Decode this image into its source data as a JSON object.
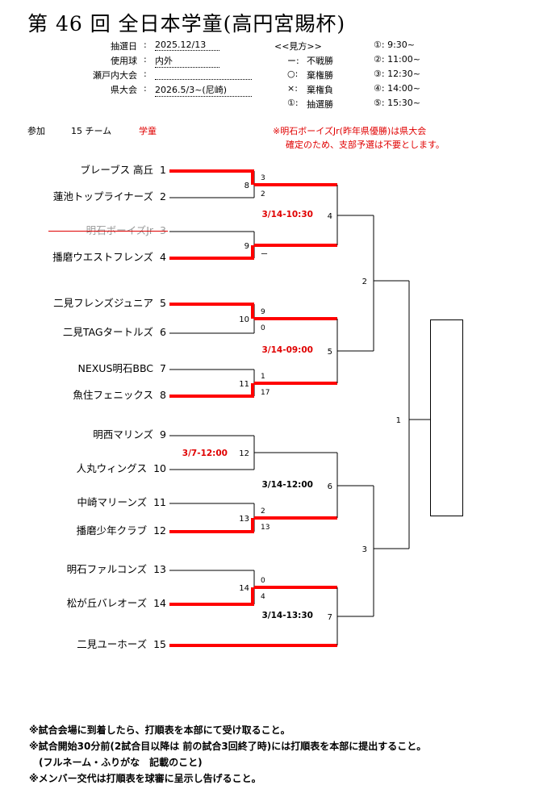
{
  "title": "第 46 回 全日本学童(高円宮賜杯)",
  "info": [
    {
      "label": "抽選日",
      "sep": ":",
      "value": "2025.12/13"
    },
    {
      "label": "使用球",
      "sep": ":",
      "value": "内外"
    },
    {
      "label": "瀬戸内大会",
      "sep": ":",
      "value": ""
    },
    {
      "label": "県大会",
      "sep": ":",
      "value": "2026.5/3~(尼崎)"
    }
  ],
  "legend": {
    "title": "<<見方>>",
    "items": [
      {
        "sym": "ー:",
        "text": "不戦勝"
      },
      {
        "sym": "○:",
        "text": "棄権勝"
      },
      {
        "sym": "×:",
        "text": "棄権負"
      },
      {
        "sym": "①:",
        "text": "抽選勝"
      }
    ]
  },
  "times": [
    "①:  9:30~",
    "②: 11:00~",
    "③: 12:30~",
    "④: 14:00~",
    "⑤: 15:30~"
  ],
  "participation": {
    "label": "参加",
    "count": "15 チーム",
    "category": "学童"
  },
  "red_note": [
    "※明石ボーイズJr(昨年県優勝)は県大会",
    "確定のため、支部予選は不要とします。"
  ],
  "colors": {
    "winner": "#ff0000",
    "line": "#000000",
    "date_red": "#e00000"
  },
  "teams": [
    {
      "name": "ブレーブス 高丘",
      "seed": "1"
    },
    {
      "name": "蓮池トップライナーズ",
      "seed": "2"
    },
    {
      "name": "明石ボーイズJr",
      "seed": "3",
      "withdrawn": true
    },
    {
      "name": "播磨ウエストフレンズ",
      "seed": "4"
    },
    {
      "name": "二見フレンズジュニア",
      "seed": "5"
    },
    {
      "name": "二見TAGタートルズ",
      "seed": "6"
    },
    {
      "name": "NEXUS明石BBC",
      "seed": "7"
    },
    {
      "name": "魚住フェニックス",
      "seed": "8"
    },
    {
      "name": "明西マリンズ",
      "seed": "9"
    },
    {
      "name": "人丸ウィングス",
      "seed": "10"
    },
    {
      "name": "中崎マリーンズ",
      "seed": "11"
    },
    {
      "name": "播磨少年クラブ",
      "seed": "12"
    },
    {
      "name": "明石ファルコンズ",
      "seed": "13"
    },
    {
      "name": "松が丘バレオーズ",
      "seed": "14"
    },
    {
      "name": "二見ユーホーズ",
      "seed": "15"
    }
  ],
  "matches": {
    "m8": {
      "no": "8",
      "score_top": "3",
      "score_bottom": "2",
      "winner": "top"
    },
    "m9": {
      "no": "9",
      "score_top": "",
      "score_bottom": "ー",
      "winner": "bottom"
    },
    "m10": {
      "no": "10",
      "score_top": "9",
      "score_bottom": "0",
      "winner": "top"
    },
    "m11": {
      "no": "11",
      "score_top": "1",
      "score_bottom": "17",
      "winner": "bottom"
    },
    "m12": {
      "no": "12",
      "score_top": "",
      "score_bottom": "",
      "winner": "",
      "date": "3/7-12:00",
      "date_red": true
    },
    "m13": {
      "no": "13",
      "score_top": "2",
      "score_bottom": "13",
      "winner": "bottom"
    },
    "m14": {
      "no": "14",
      "score_top": "0",
      "score_bottom": "4",
      "winner": "bottom"
    },
    "m4": {
      "no": "4",
      "date": "3/14-10:30",
      "date_red": true
    },
    "m5": {
      "no": "5",
      "date": "3/14-09:00",
      "date_red": true
    },
    "m6": {
      "no": "6",
      "date": "3/14-12:00",
      "date_red": false
    },
    "m7": {
      "no": "7",
      "date": "3/14-13:30",
      "date_red": false
    },
    "m2": {
      "no": "2"
    },
    "m3": {
      "no": "3"
    },
    "m1": {
      "no": "1"
    }
  },
  "notes": [
    "※試合会場に到着したら、打順表を本部にて受け取ること。",
    "※試合開始30分前(2試合目以降は 前の試合3回終了時)には打順表を本部に提出すること。",
    "　(フルネーム・ふりがな　記載のこと)",
    "※メンバー交代は打順表を球審に呈示し告げること。"
  ]
}
